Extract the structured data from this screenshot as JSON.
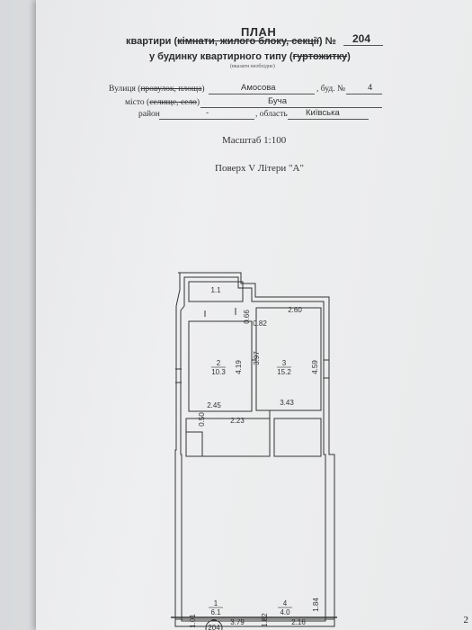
{
  "header": {
    "title": "ПЛАН",
    "line1_prefix": "квартири (",
    "line1_kimnaty": "кімнати, жилого блоку, секції",
    "line1_suffix": ") №",
    "number": "204",
    "line2_prefix": "у будинку квартирного типу (",
    "line2_strike": "гуртожитку",
    "line2_suffix": ")",
    "note": "(вказати необхідне)"
  },
  "address": {
    "street_label_a": "Вулиця (",
    "street_label_strike": "провулок, площа",
    "street_label_b": ")",
    "street_value": "Амосова",
    "building_label": ", буд. №",
    "building_value": "4",
    "city_label_a": "місто (",
    "city_label_strike": "селище, село",
    "city_label_b": ")",
    "city_value": "Буча",
    "district_label": "район",
    "district_value": "-",
    "region_label": ", область",
    "region_value": "Київська"
  },
  "scale": "Масштаб 1:100",
  "floor": "Поверх V Літери \"А\"",
  "plan": {
    "rooms": [
      {
        "id": "1.1",
        "area": ""
      },
      {
        "id": "2",
        "area": "10.3"
      },
      {
        "id": "3",
        "area": "15.2"
      },
      {
        "id": "1",
        "area": "6.1"
      },
      {
        "id": "4",
        "area": "4.0"
      }
    ],
    "dims": {
      "d066": "0.66",
      "d260": "2.60",
      "d082": "0.82",
      "d419": "4.19",
      "d397": "3.97",
      "d459": "4.59",
      "d245": "2.45",
      "d343": "3.43",
      "d223": "2.23",
      "d050": "0.50",
      "d101": "1.01",
      "d379": "3.79",
      "d182": "1.82",
      "d216": "2.16",
      "d184": "1.84"
    },
    "apartment_marker": "204"
  },
  "page_number": "2"
}
